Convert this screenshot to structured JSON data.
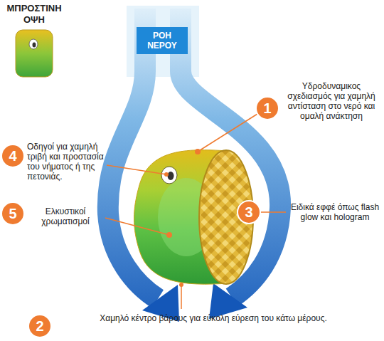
{
  "diagram": {
    "nodes": [
      {
        "text": [
          "ΡΟΗ ΝΕΡΟΥ"
        ]
      }
    ],
    "labels": [
      "ΜΠΡΟΣΤΙΝΗ ΟΨΗ",
      "1",
      "Υδροδυναμικος σχεδιασμός για χαμηλή αντίσταση στο νερό και ομαλή ανάκτηση",
      "4",
      "Οδηγοί για χαμηλή τριβή και προστασία του νήματος ή της πετονιάς.",
      "3",
      "Ειδικά εφφέ όπως flash glow και hologram",
      "5",
      "Ελκυστικοί χρωματισμοί",
      "2",
      "Χαμηλό κέντρο βάρους για εύκολη εύρεση του κάτω μέρους."
    ]
  }
}
